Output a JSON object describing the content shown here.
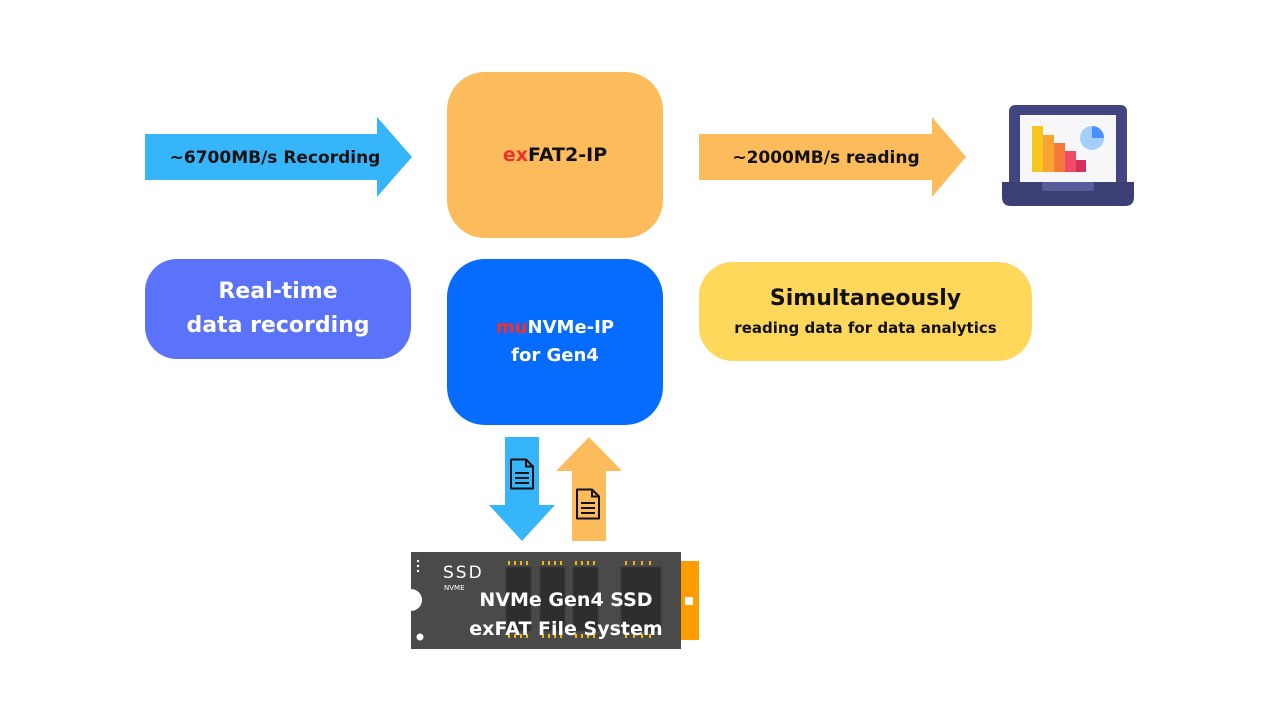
{
  "colors": {
    "blue_arrow": "#36b5fb",
    "orange": "#fdbc5c",
    "purple_box": "#5b72fb",
    "blue_box": "#066bff",
    "yellow_box": "#ffd85b",
    "red_prefix": "#f0302a",
    "ssd_body": "#4a4a4a",
    "ssd_connector": "#ff9c00"
  },
  "record_arrow": {
    "label": "~6700MB/s Recording"
  },
  "read_arrow": {
    "label": "~2000MB/s reading"
  },
  "exfat_box": {
    "prefix": "ex",
    "name": "FAT2-IP"
  },
  "realtime_box": {
    "line1": "Real-time",
    "line2": "data recording"
  },
  "nvme_box": {
    "prefix": "mu",
    "name": "NVMe-IP",
    "line2": "for Gen4"
  },
  "simul_box": {
    "line1": "Simultaneously",
    "line2": "reading data for data analytics"
  },
  "ssd": {
    "brand": "SSD",
    "sub": "NVME",
    "line1": "NVMe Gen4 SSD",
    "line2": "exFAT File System"
  },
  "icons": {
    "laptop": "laptop-chart-icon",
    "doc_down": "document-icon",
    "doc_up": "document-icon"
  }
}
